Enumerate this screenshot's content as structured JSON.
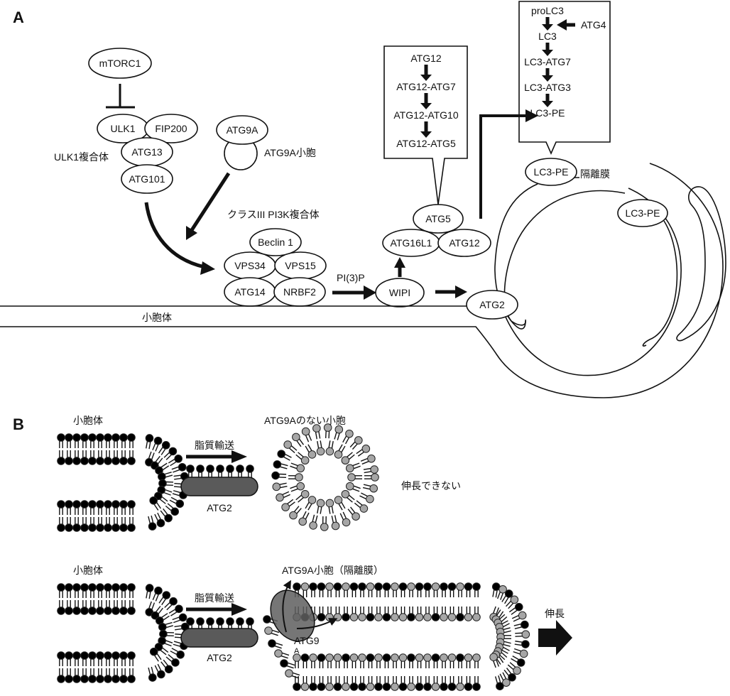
{
  "figure": {
    "panel_a": {
      "letter": "A",
      "nodes": {
        "mtorc1": "mTORC1",
        "ulk1": "ULK1",
        "fip200": "FIP200",
        "atg13": "ATG13",
        "atg101": "ATG101",
        "atg9a": "ATG9A",
        "beclin1": "Beclin 1",
        "vps34": "VPS34",
        "vps15": "VPS15",
        "atg14": "ATG14",
        "nrbf2": "NRBF2",
        "wipi": "WIPI",
        "atg5": "ATG5",
        "atg16l1": "ATG16L1",
        "atg12": "ATG12",
        "atg2": "ATG2",
        "lc3pe_1": "LC3-PE",
        "lc3pe_2": "LC3-PE"
      },
      "labels": {
        "ulk1_complex": "ULK1複合体",
        "atg9a_vesicle": "ATG9A小胞",
        "pi3k_complex": "クラスIII PI3K複合体",
        "pi3p": "PI(3)P",
        "er": "小胞体",
        "isolation_membrane": "隔離膜"
      },
      "atg12_cascade": [
        "ATG12",
        "ATG12-ATG7",
        "ATG12-ATG10",
        "ATG12-ATG5"
      ],
      "lc3_cascade": [
        "proLC3",
        "LC3",
        "LC3-ATG7",
        "LC3-ATG3",
        "LC3-PE"
      ],
      "atg4_label": "ATG4"
    },
    "panel_b": {
      "letter": "B",
      "top": {
        "er_label": "小胞体",
        "transport_label": "脂質輸送",
        "atg2_label": "ATG2",
        "vesicle_label": "ATG9Aのない小胞",
        "result_label": "伸長できない"
      },
      "bottom": {
        "er_label": "小胞体",
        "transport_label": "脂質輸送",
        "atg2_label": "ATG2",
        "vesicle_label": "ATG9A小胞（隔離膜）",
        "atg9a_label_line1": "ATG9",
        "atg9a_label_line2": "A",
        "result_label": "伸長"
      }
    },
    "colors": {
      "line": "#111111",
      "lipid_er": "#000000",
      "lipid_vesicle": "#a6a6a6",
      "atg2_protein": "#5a5a5a",
      "atg9a_protein": "#5e5e5e"
    }
  }
}
